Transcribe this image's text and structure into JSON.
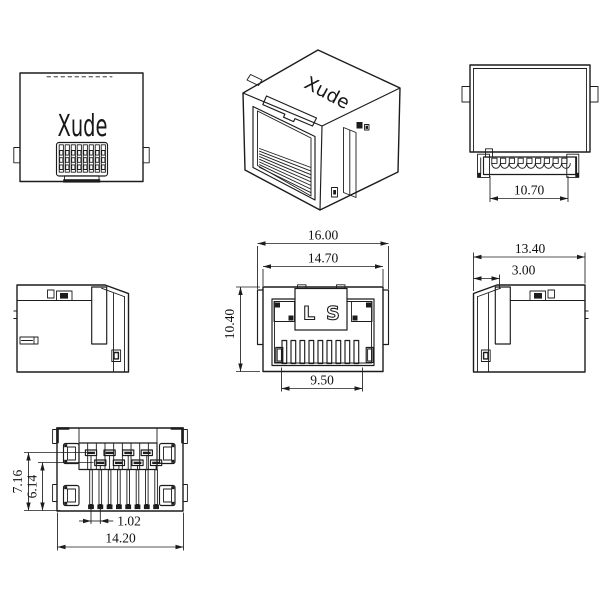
{
  "drawing": {
    "background": "#ffffff",
    "line_color": "#1c1c1c",
    "type": "RJ45 jack connector orthographic drawing"
  },
  "brand": "Xude",
  "views": {
    "front_logo": {
      "logo": "Xude",
      "contact_columns": 8
    },
    "isometric": {
      "logo": "Xude",
      "contact_lines": 8
    },
    "rear": {
      "dim_contact_row_width": "10.70",
      "contact_count": 9
    },
    "front_dimensioned": {
      "marking_left": "L",
      "marking_right": "S",
      "dim_overall_width": "16.00",
      "dim_body_width": "14.70",
      "dim_height": "10.40",
      "dim_port_width": "9.50",
      "slot_count": 9
    },
    "side_right": {
      "dim_depth": "13.40",
      "dim_front_lip": "3.00"
    },
    "bottom": {
      "dim_pin_depth": "7.16",
      "dim_pin_depth_inner": "6.14",
      "dim_pin_pitch": "1.02",
      "dim_overall_width": "14.20",
      "pin_count": 8
    }
  }
}
